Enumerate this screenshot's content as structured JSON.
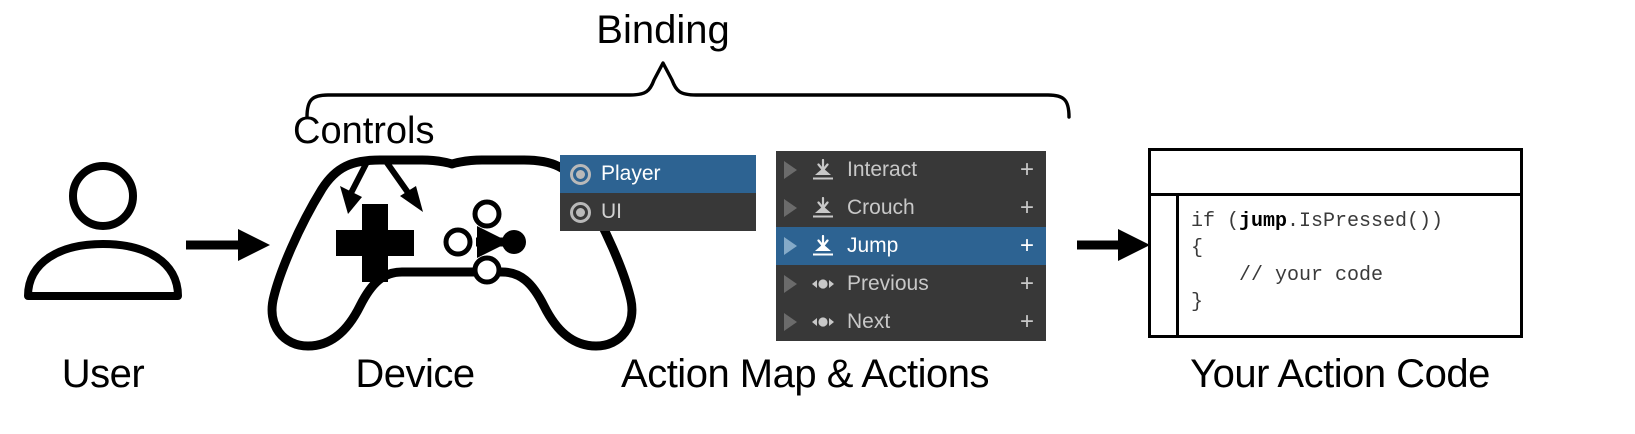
{
  "diagram": {
    "title_brace_label": "Binding",
    "controls_label": "Controls",
    "stages": [
      {
        "id": "user",
        "label": "User"
      },
      {
        "id": "device",
        "label": "Device"
      },
      {
        "id": "actions",
        "label": "Action Map & Actions"
      },
      {
        "id": "code",
        "label": "Your Action Code"
      }
    ],
    "icons": {
      "user": "user-person-icon",
      "device": "gamepad-controller-icon",
      "arrow": "right-arrow-icon",
      "brace": "curly-brace-icon",
      "controls_pointer": "arrow-pointer-icon"
    },
    "colors": {
      "unity_panel_bg": "#383838",
      "unity_selection_blue": "#2d6392",
      "unity_text": "#c8c8c8",
      "unity_text_selected": "#ffffff",
      "foldout_arrow": "#6b6b6b",
      "line_art": "#000000",
      "code_text": "#3a3a3a"
    }
  },
  "action_map_panel": {
    "name": "action-maps-list",
    "rows": [
      {
        "label": "Player",
        "icon": "action-map-ring-icon",
        "selected": true
      },
      {
        "label": "UI",
        "icon": "action-map-ring-icon",
        "selected": false
      }
    ]
  },
  "actions_panel": {
    "name": "actions-list",
    "add_binding_label": "+",
    "rows": [
      {
        "label": "Interact",
        "icon": "button-action-icon",
        "type": "button",
        "selected": false,
        "expand": "foldout-arrow-icon",
        "add": "+"
      },
      {
        "label": "Crouch",
        "icon": "button-action-icon",
        "type": "button",
        "selected": false,
        "expand": "foldout-arrow-icon",
        "add": "+"
      },
      {
        "label": "Jump",
        "icon": "button-action-icon",
        "type": "button",
        "selected": true,
        "expand": "foldout-arrow-icon",
        "add": "+"
      },
      {
        "label": "Previous",
        "icon": "axis-action-icon",
        "type": "axis",
        "selected": false,
        "expand": "foldout-arrow-icon",
        "add": "+"
      },
      {
        "label": "Next",
        "icon": "axis-action-icon",
        "type": "axis",
        "selected": false,
        "expand": "foldout-arrow-icon",
        "add": "+"
      }
    ]
  },
  "code_window": {
    "name": "code-editor-window",
    "titlebar_text": "",
    "lines": [
      {
        "pre": "if (",
        "kw": "jump",
        "post": ".IsPressed())"
      },
      {
        "pre": "{",
        "kw": "",
        "post": ""
      },
      {
        "pre": "    // your code",
        "kw": "",
        "post": ""
      },
      {
        "pre": "}",
        "kw": "",
        "post": ""
      }
    ],
    "line1_pre": "if (",
    "line1_kw": "jump",
    "line1_post": ".IsPressed())",
    "line2": "{",
    "line3": "    // your code",
    "line4": "}"
  }
}
